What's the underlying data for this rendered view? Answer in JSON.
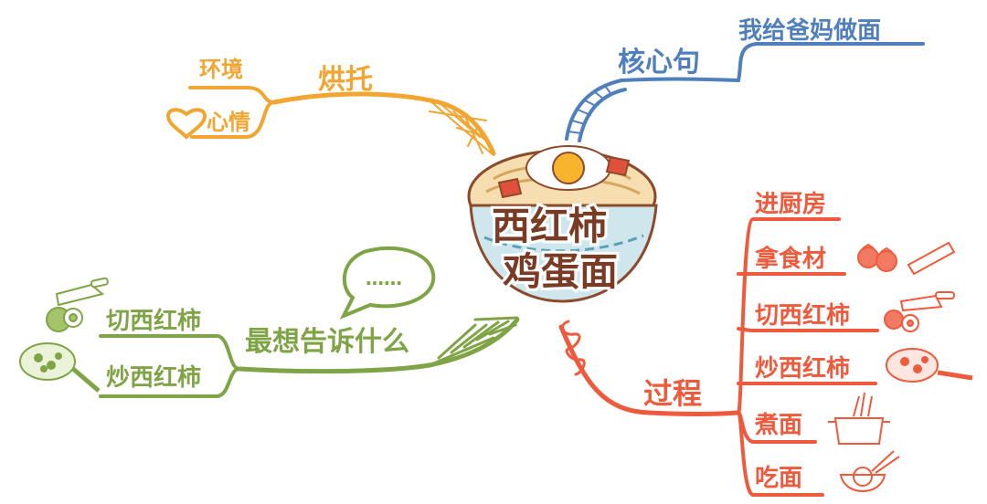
{
  "center": {
    "line1": "西红柿",
    "line2": "鸡蛋面"
  },
  "branches": {
    "setting": {
      "label": "烘托",
      "color": "#f2a531",
      "children": [
        {
          "label": "环境"
        },
        {
          "label": "心情"
        }
      ]
    },
    "core": {
      "label": "核心句",
      "color": "#4f7fbd",
      "children": [
        {
          "label": "我给爸妈做面"
        }
      ]
    },
    "message": {
      "label": "最想告诉什么",
      "color": "#7fa445",
      "bubble": "……",
      "children": [
        {
          "label": "切西红柿"
        },
        {
          "label": "炒西红柿"
        }
      ]
    },
    "process": {
      "label": "过程",
      "color": "#ef5a3c",
      "children": [
        {
          "label": "进厨房"
        },
        {
          "label": "拿食材"
        },
        {
          "label": "切西红柿"
        },
        {
          "label": "炒西红柿"
        },
        {
          "label": "煮面"
        },
        {
          "label": "吃面"
        }
      ]
    }
  }
}
